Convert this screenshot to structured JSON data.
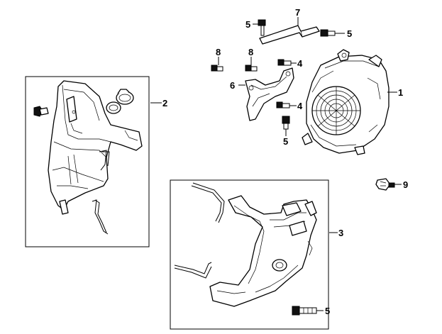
{
  "callouts": {
    "c1": "1",
    "c2": "2",
    "c3": "3",
    "c4a": "4",
    "c4b": "4",
    "c5a": "5",
    "c5b": "5",
    "c5c": "5",
    "c5d": "5",
    "c6": "6",
    "c7": "7",
    "c8a": "8",
    "c8b": "8",
    "c9": "9"
  },
  "colors": {
    "line": "#000000",
    "background": "#ffffff"
  }
}
